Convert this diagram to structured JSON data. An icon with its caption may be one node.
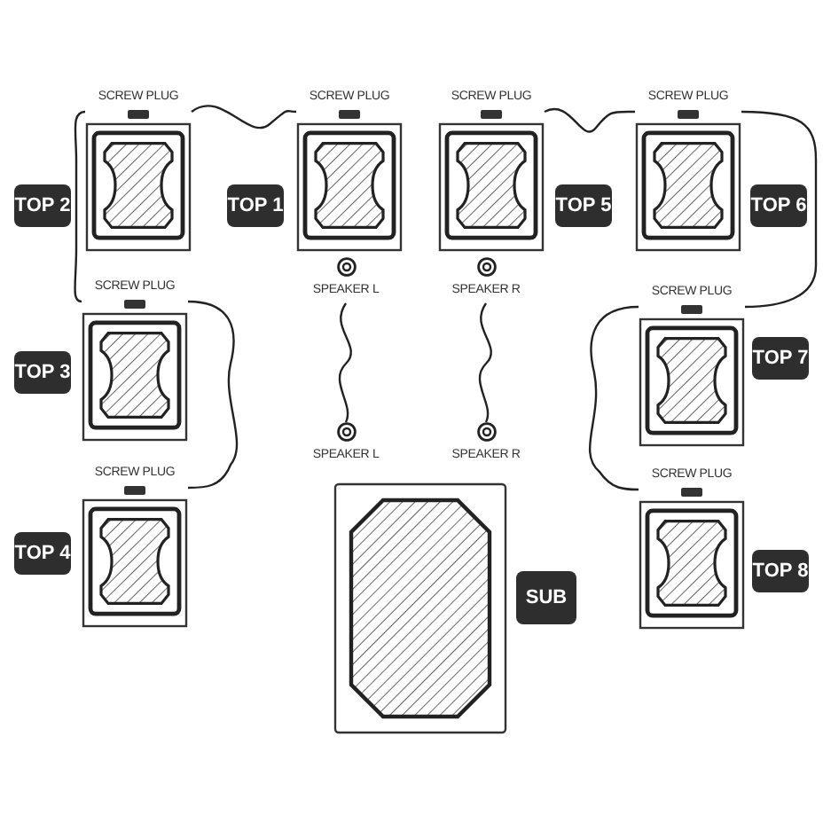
{
  "diagram": {
    "nodes": [
      {
        "text": [
          "SCREW PLUG"
        ]
      },
      {
        "text": [
          "TOP 2"
        ]
      },
      {
        "text": [
          "SCREW PLUG"
        ]
      },
      {
        "text": [
          "TOP 1"
        ]
      },
      {
        "text": [
          "SCREW PLUG"
        ]
      },
      {
        "text": [
          "TOP 5"
        ]
      },
      {
        "text": [
          "SCREW PLUG"
        ]
      },
      {
        "text": [
          "TOP 6"
        ]
      },
      {
        "text": [
          "SPEAKER L"
        ]
      },
      {
        "text": [
          "SPEAKER R"
        ]
      },
      {
        "text": [
          "SCREW PLUG"
        ]
      },
      {
        "text": [
          "TOP 3"
        ]
      },
      {
        "text": [
          "SCREW PLUG"
        ]
      },
      {
        "text": [
          "TOP 7"
        ]
      },
      {
        "text": [
          "SPEAKER L"
        ]
      },
      {
        "text": [
          "SPEAKER R"
        ]
      },
      {
        "text": [
          "SCREW PLUG"
        ]
      },
      {
        "text": [
          "TOP 4"
        ]
      },
      {
        "text": [],
        "shape": "box"
      },
      {
        "text": [
          "SUB"
        ]
      },
      {
        "text": [
          "SCREW PLUG"
        ]
      },
      {
        "text": [
          "TOP 8"
        ]
      }
    ],
    "edges": [
      {
        "from": 0,
        "to": 2,
        "arrow": "none"
      },
      {
        "from": 0,
        "to": 10,
        "arrow": "none"
      },
      {
        "from": 10,
        "to": 16,
        "arrow": "none"
      },
      {
        "from": 4,
        "to": 6,
        "arrow": "none"
      },
      {
        "from": 6,
        "to": 12,
        "arrow": "none"
      },
      {
        "from": 12,
        "to": 20,
        "arrow": "none"
      },
      {
        "from": 8,
        "to": 14,
        "arrow": "none"
      },
      {
        "from": 9,
        "to": 15,
        "arrow": "none"
      }
    ]
  }
}
